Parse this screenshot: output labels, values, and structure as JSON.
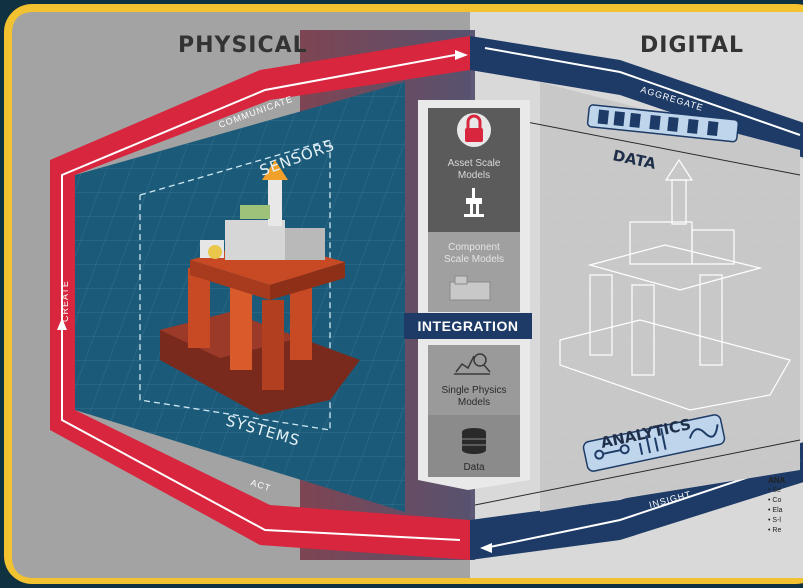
{
  "headers": {
    "physical": "PHYSICAL",
    "digital": "DIGITAL"
  },
  "arrows": {
    "communicate": "COMMUNICATE",
    "aggregate": "AGGREGATE",
    "create": "CREATE",
    "act": "ACT",
    "insight": "INSIGHT"
  },
  "physical": {
    "sensors": "SENSORS",
    "systems": "SYSTEMS"
  },
  "digital": {
    "data": "DATA",
    "analytics": "ANALYTICS"
  },
  "center_column": {
    "items": [
      {
        "label_line1": "Asset Scale",
        "label_line2": "Models",
        "icon": "platform-icon"
      },
      {
        "label_line1": "Component",
        "label_line2": "Scale Models",
        "icon": "component-icon"
      },
      {
        "label_line1": "Single Physics",
        "label_line2": "Models",
        "icon": "chart-magnifier-icon"
      },
      {
        "label_line1": "Data",
        "label_line2": "",
        "icon": "database-icon"
      }
    ],
    "lock_icon": "lock-icon",
    "integration": "INTEGRATION"
  },
  "analytics_list": {
    "title": "ANA",
    "items": [
      "Se",
      "Co",
      "Ela",
      "S-l",
      "Re"
    ]
  },
  "colors": {
    "frame": "#f2c230",
    "background": "#0f3140",
    "physical_red": "#d7263d",
    "digital_navy": "#1d3b66",
    "ocean": "#1b5a78"
  }
}
